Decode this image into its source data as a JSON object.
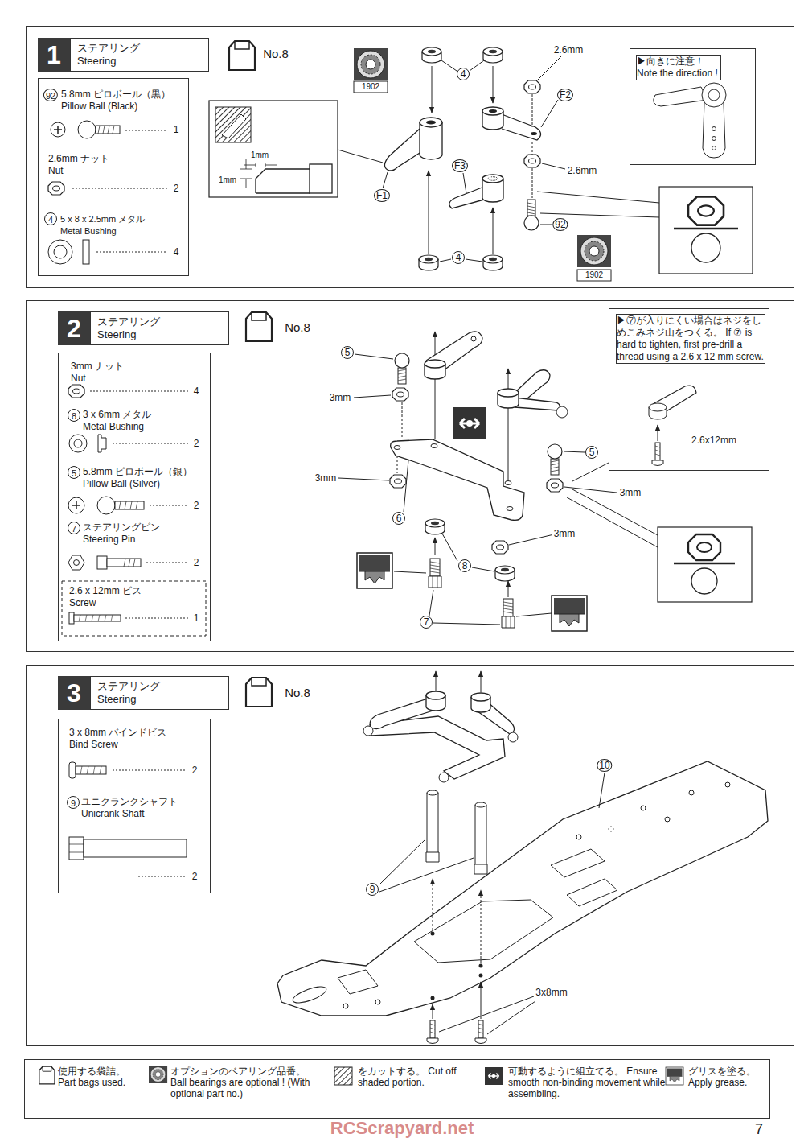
{
  "diagram": {
    "nodes": [
      {
        "text": [
          "1",
          "ステアリング Steering"
        ]
      },
      {
        "text": [
          "92",
          "5.8mm ピロボール（黒） Pillow Ball (Black)",
          "1",
          "2.6mm ナット Nut",
          "2",
          "4",
          "5 x 8 x 2.5mm メタル Metal Bushing",
          "4"
        ],
        "in": 0
      },
      {
        "text": [
          "▶向きに注意！ Note the direction !"
        ],
        "in": 0
      },
      {
        "text": [
          "2",
          "ステアリング Steering"
        ]
      },
      {
        "text": [
          "3mm ナット Nut",
          "4",
          "8",
          "3 x 6mm メタル Metal Bushing",
          "2",
          "5",
          "5.8mm ピロボール（銀） Pillow Ball (Silver)",
          "2",
          "7",
          "ステアリングピン Steering Pin",
          "2",
          "2.6 x 12mm ビス Screw",
          "1"
        ],
        "in": 3
      },
      {
        "text": [
          "▶⑦が入りにくい場合はネジをしめこみネジ山をつくる。 If ⑦ is hard to tighten, first pre-drill a thread using a 2.6 x 12 mm screw.",
          "2.6x12mm"
        ],
        "in": 3
      },
      {
        "text": [
          "3",
          "ステアリング Steering"
        ]
      },
      {
        "text": [
          "3 x 8mm バインドビス Bind Screw",
          "2",
          "9",
          "ユニクランクシャフト Unicrank Shaft",
          "2"
        ],
        "in": 6
      }
    ],
    "labels": [
      "No.8",
      "1902",
      "4",
      "2.6mm",
      "F2",
      "2.6mm",
      "F3",
      "92",
      "F1",
      "1mm",
      "1mm",
      "4",
      "1902",
      "No.8",
      "5",
      "3mm",
      "3mm",
      "6",
      "8",
      "7",
      "3mm",
      "5",
      "3mm",
      "No.8",
      "10",
      "9",
      "3x8mm",
      "7",
      "RCScrapyard.net"
    ],
    "legend": [
      {
        "text": "使用する袋詰。 Part bags used."
      },
      {
        "text": "オプションのベアリング品番。 Ball bearings are optional ! (With optional part no.)"
      },
      {
        "text": "をカットする。 Cut off shaded portion."
      },
      {
        "text": "可動するように組立てる。 Ensure smooth non-binding movement while assembling."
      },
      {
        "text": "グリスを塗る。 Apply grease."
      }
    ]
  }
}
